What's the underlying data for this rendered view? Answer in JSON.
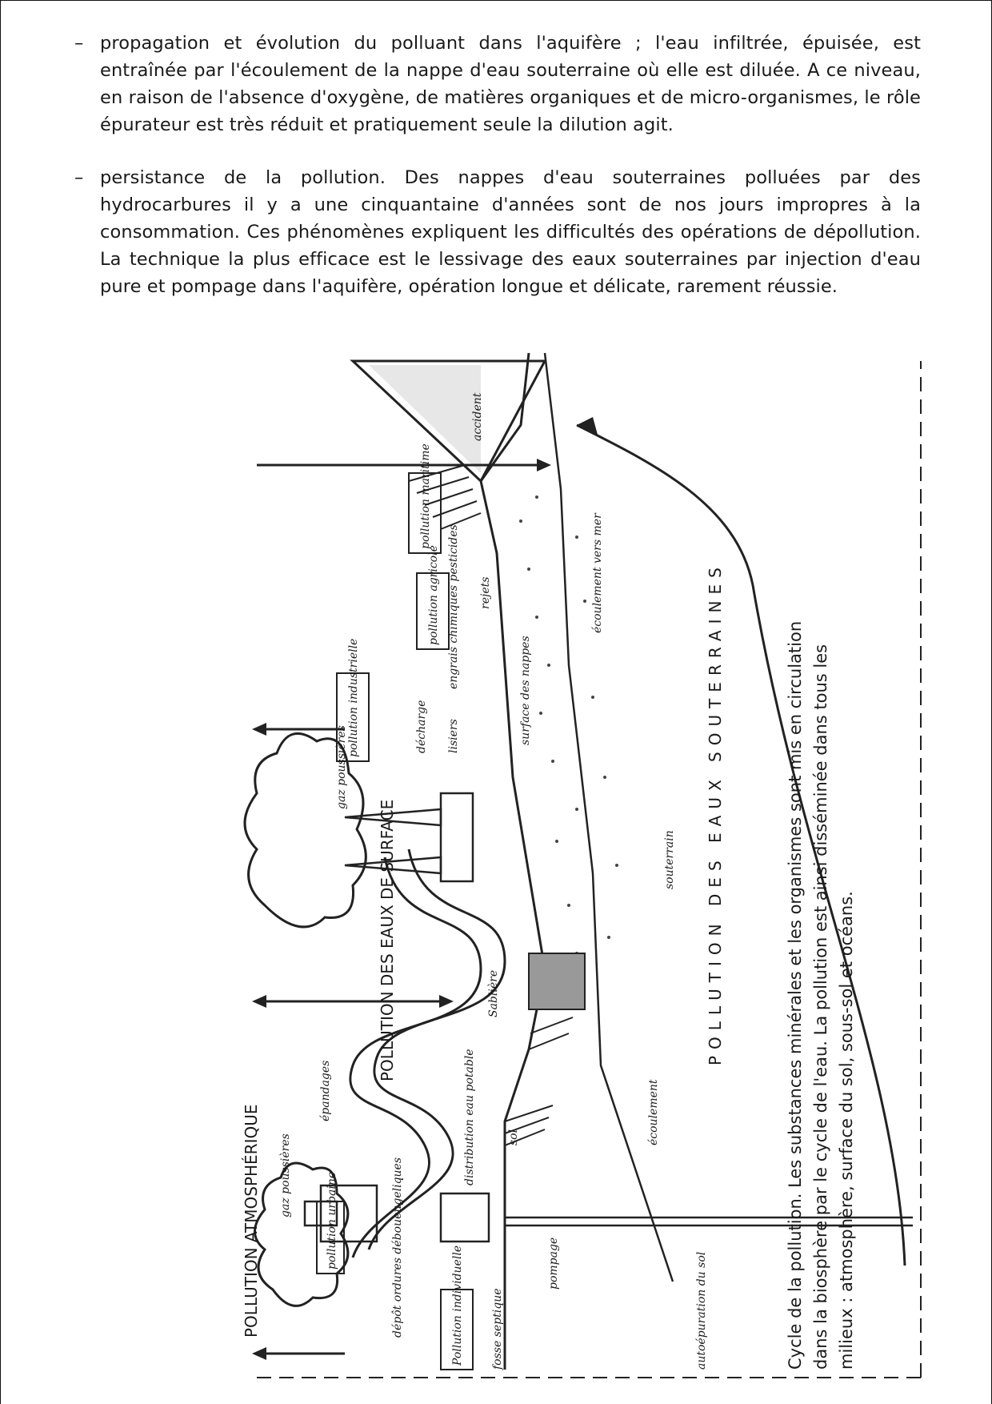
{
  "paragraphs": [
    {
      "bullet": "–",
      "text": "propagation et évolution du polluant dans l'aquifère ; l'eau infiltrée, épuisée, est entraînée par l'écoulement de la nappe d'eau souterraine où elle est diluée. A ce niveau, en raison de l'absence d'oxygène, de matières organiques et de micro-organismes, le rôle épurateur est très réduit et pratiquement seule la dilution agit."
    },
    {
      "bullet": "–",
      "text": "persistance de la pollution. Des nappes d'eau souterraines polluées par des hydrocarbures il y a une cinquantaine d'années sont de nos jours impropres à la consommation. Ces phénomènes expliquent les difficultés des opérations de dépollution. La technique la plus efficace est le lessivage des eaux souterraines par injection d'eau pure et pompage dans l'aquifère, opération longue et délicate, rarement réussie."
    }
  ],
  "caption": [
    "Cycle de la pollution. Les substances minérales et les organismes sont mis en circulation",
    "dans la biosphère par le cycle de l'eau. La pollution est ainsi disséminée dans tous les",
    "milieux : atmosphère, surface du sol, sous-sol et océans."
  ],
  "diagram": {
    "zone_atmo": "POLLUTION ATMOSPHÉRIQUE",
    "zone_surface": "POLLUTION DES EAUX DE SURFACE",
    "zone_sout": "POLLUTION DES EAUX SOUTERRAINES",
    "box_individuelle": "Pollution individuelle",
    "box_urbaine": "pollution urbaine",
    "box_industrielle": "pollution industrielle",
    "box_agricole": "pollution agricole",
    "box_maritime": "pollution maritime",
    "label_fosse": "fosse septique",
    "label_depot": "dépôt ordures déboueugeliques",
    "label_pompage": "pompage",
    "label_distribution": "distribution eau potable",
    "label_sol": "sol",
    "label_epandages": "épandages",
    "label_gaz1": "gaz poussières",
    "label_gaz2": "gaz poussières",
    "label_sabliere": "Sablière",
    "label_decharge": "décharge",
    "label_lisiers": "lisiers",
    "label_engrais": "engrais chimiques pesticides",
    "label_rejets": "rejets",
    "label_accident": "accident",
    "label_ecoulement": "écoulement",
    "label_souterrain": "souterrain",
    "label_surface_nappes": "surface des nappes",
    "label_ecoulement_mer": "écoulement vers mer",
    "label_autoepuration": "autoépuration du sol"
  }
}
